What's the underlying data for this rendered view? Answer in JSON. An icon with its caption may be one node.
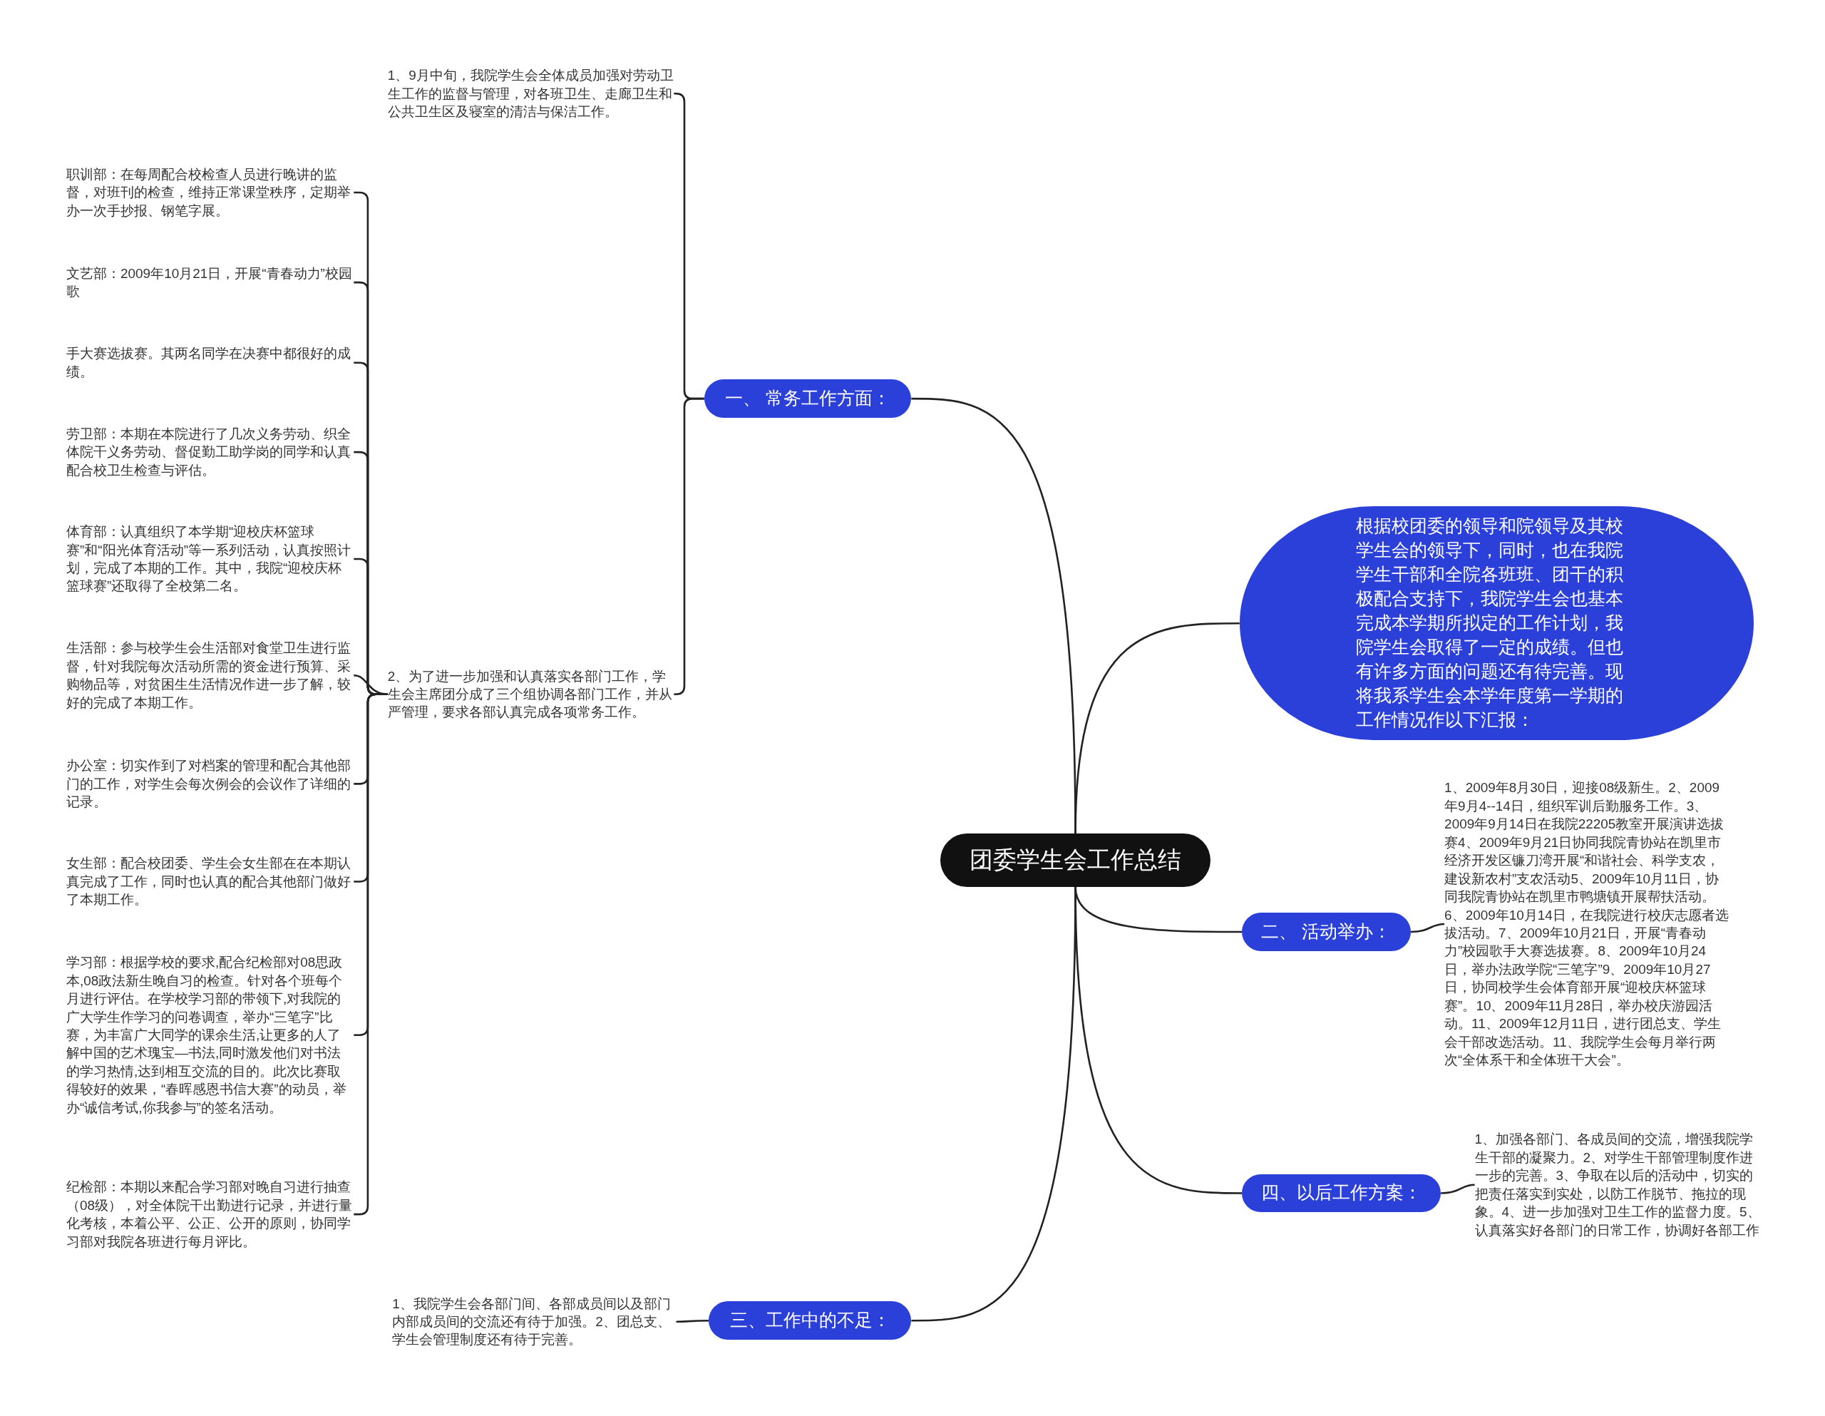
{
  "diagram": {
    "nodes": [
      {
        "text": [
          "团委学生会工作总结"
        ]
      },
      {
        "text": [
          "一、 常务工作方面："
        ]
      },
      {
        "text": [
          "1、9月中旬，我院学生会全体成员加强对劳动卫生工作的监督与管理，对各班卫生、走廊卫生和公共卫生区及寝室的清洁与保洁工作。"
        ]
      },
      {
        "text": [
          "2、为了进一步加强和认真落实各部门工作，学生会主席团分成了三个组协调各部门工作，并从严管理，要求各部认真完成各项常务工作。"
        ]
      },
      {
        "text": [
          "职训部：在每周配合校检查人员进行晚讲的监督，对班刊的检查，维持正常课堂秩序，定期举办一次手抄报、钢笔字展。"
        ]
      },
      {
        "text": [
          "文艺部：2009年10月21日，开展“青春动力”校园歌"
        ]
      },
      {
        "text": [
          "手大赛选拔赛。其两名同学在决赛中都很好的成绩。"
        ]
      },
      {
        "text": [
          "劳卫部：本期在本院进行了几次义务劳动、织全体院干义务劳动、督促勤工助学岗的同学和认真配合校卫生检查与评估。"
        ]
      },
      {
        "text": [
          "体育部：认真组织了本学期“迎校庆杯篮球赛”和“阳光体育活动”等一系列活动，认真按照计划，完成了本期的工作。其中，我院“迎校庆杯篮球赛”还取得了全校第二名。"
        ]
      },
      {
        "text": [
          "生活部：参与校学生会生活部对食堂卫生进行监督，针对我院每次活动所需的资金进行预算、采购物品等，对贫困生生活情况作进一步了解，较好的完成了本期工作。"
        ]
      },
      {
        "text": [
          "办公室：切实作到了对档案的管理和配合其他部门的工作，对学生会每次例会的会议作了详细的记录。"
        ]
      },
      {
        "text": [
          "女生部：配合校团委、学生会女生部在在本期认真完成了工作，同时也认真的配合其他部门做好了本期工作。"
        ]
      },
      {
        "text": [
          "学习部：根据学校的要求,配合纪检部对08思政本,08政法新生晚自习的检查。针对各个班每个月进行评估。在学校学习部的带领下,对我院的广大学生作学习的问卷调查，举办“三笔字”比赛，为丰富广大同学的课余生活,让更多的人了解中国的艺术瑰宝—书法,同时激发他们对书法的学习热情,达到相互交流的目的。此次比赛取得较好的效果，“春晖感恩书信大赛”的动员，举办“诚信考试,你我参与”的签名活动。"
        ]
      },
      {
        "text": [
          "纪检部：本期以来配合学习部对晚自习进行抽查（08级），对全体院干出勤进行记录，并进行量化考核，本着公平、公正、公开的原则，协同学习部对我院各班进行每月评比。"
        ]
      },
      {
        "text": [
          "根据校团委的领导和院领导及其校学生会的领导下，同时，也在我院学生干部和全院各班班、团干的积极配合支持下，我院学生会也基本完成本学期所拟定的工作计划，我院学生会取得了一定的成绩。但也有许多方面的问题还有待完善。现将我系学生会本学年度第一学期的工作情况作以下汇报："
        ]
      },
      {
        "text": [
          "二、 活动举办："
        ]
      },
      {
        "text": [
          "1、2009年8月30日，迎接08级新生。2、2009年9月4--14日，组织军训后勤服务工作。3、2009年9月14日在我院22205教室开展演讲选拔赛4、2009年9月21日协同我院青协站在凯里市经济开发区镰刀湾开展“和谐社会、科学支农，建设新农村”支农活动5、2009年10月11日，协同我院青协站在凯里市鸭塘镇开展帮扶活动。6、2009年10月14日，在我院进行校庆志愿者选拔活动。7、2009年10月21日，开展“青春动力”校园歌手大赛选拔赛。8、2009年10月24日，举办法政学院“三笔字”9、2009年10月27日，协同校学生会体育部开展“迎校庆杯篮球赛”。10、2009年11月28日，举办校庆游园活动。11、2009年12月11日，进行团总支、学生会干部改选活动。11、我院学生会每月举行两次“全体系干和全体班干大会”。"
        ]
      },
      {
        "text": [
          "四、以后工作方案："
        ]
      },
      {
        "text": [
          "1、加强各部门、各成员间的交流，增强我院学生干部的凝聚力。2、对学生干部管理制度作进一步的完善。3、争取在以后的活动中，切实的把责任落实到实处，以防工作脱节、拖拉的现象。4、进一步加强对卫生工作的监督力度。5、认真落实好各部门的日常工作，协调好各部工作"
        ]
      },
      {
        "text": [
          "三、工作中的不足："
        ]
      },
      {
        "text": [
          "1、我院学生会各部门间、各部成员间以及部门内部成员间的交流还有待于加强。2、团总支、学生会管理制度还有待于完善。"
        ]
      }
    ],
    "edges": [
      {
        "from": 0,
        "to": 1,
        "arrow": "none"
      },
      {
        "from": 1,
        "to": 2,
        "arrow": "none"
      },
      {
        "from": 1,
        "to": 3,
        "arrow": "none"
      },
      {
        "from": 3,
        "to": 4,
        "arrow": "none"
      },
      {
        "from": 3,
        "to": 5,
        "arrow": "none"
      },
      {
        "from": 3,
        "to": 6,
        "arrow": "none"
      },
      {
        "from": 3,
        "to": 7,
        "arrow": "none"
      },
      {
        "from": 3,
        "to": 8,
        "arrow": "none"
      },
      {
        "from": 3,
        "to": 9,
        "arrow": "none"
      },
      {
        "from": 3,
        "to": 10,
        "arrow": "none"
      },
      {
        "from": 3,
        "to": 11,
        "arrow": "none"
      },
      {
        "from": 3,
        "to": 12,
        "arrow": "none"
      },
      {
        "from": 3,
        "to": 13,
        "arrow": "none"
      },
      {
        "from": 0,
        "to": 14,
        "arrow": "none"
      },
      {
        "from": 0,
        "to": 15,
        "arrow": "none"
      },
      {
        "from": 15,
        "to": 16,
        "arrow": "none"
      },
      {
        "from": 0,
        "to": 17,
        "arrow": "none"
      },
      {
        "from": 17,
        "to": 18,
        "arrow": "none"
      },
      {
        "from": 0,
        "to": 19,
        "arrow": "none"
      },
      {
        "from": 19,
        "to": 20,
        "arrow": "none"
      }
    ]
  }
}
